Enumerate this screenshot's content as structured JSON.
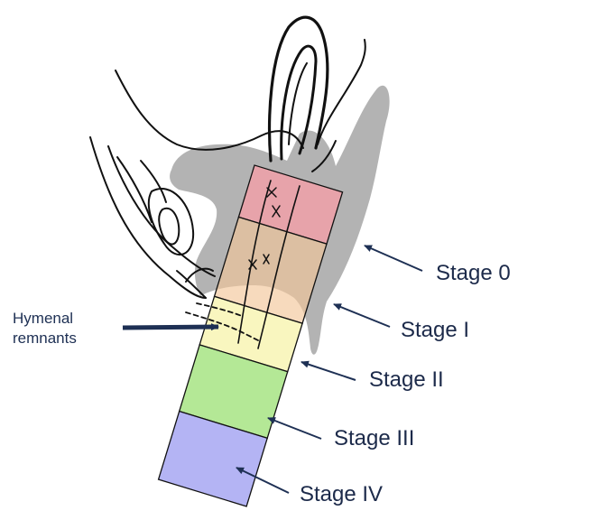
{
  "labels": {
    "hymenal_line1": "Hymenal",
    "hymenal_line2": "remnants",
    "stage0": "Stage 0",
    "stage1": "Stage I",
    "stage2": "Stage II",
    "stage3": "Stage III",
    "stage4": "Stage IV"
  },
  "colors": {
    "stage0": "#f0a0a8",
    "stage1": "#f3c69a",
    "stage2": "#f6f2a4",
    "stage3": "#b4e896",
    "stage4": "#b4b4f4",
    "shadow": "#9a9a9a",
    "arrow": "#1e3054",
    "outline": "#111111"
  }
}
